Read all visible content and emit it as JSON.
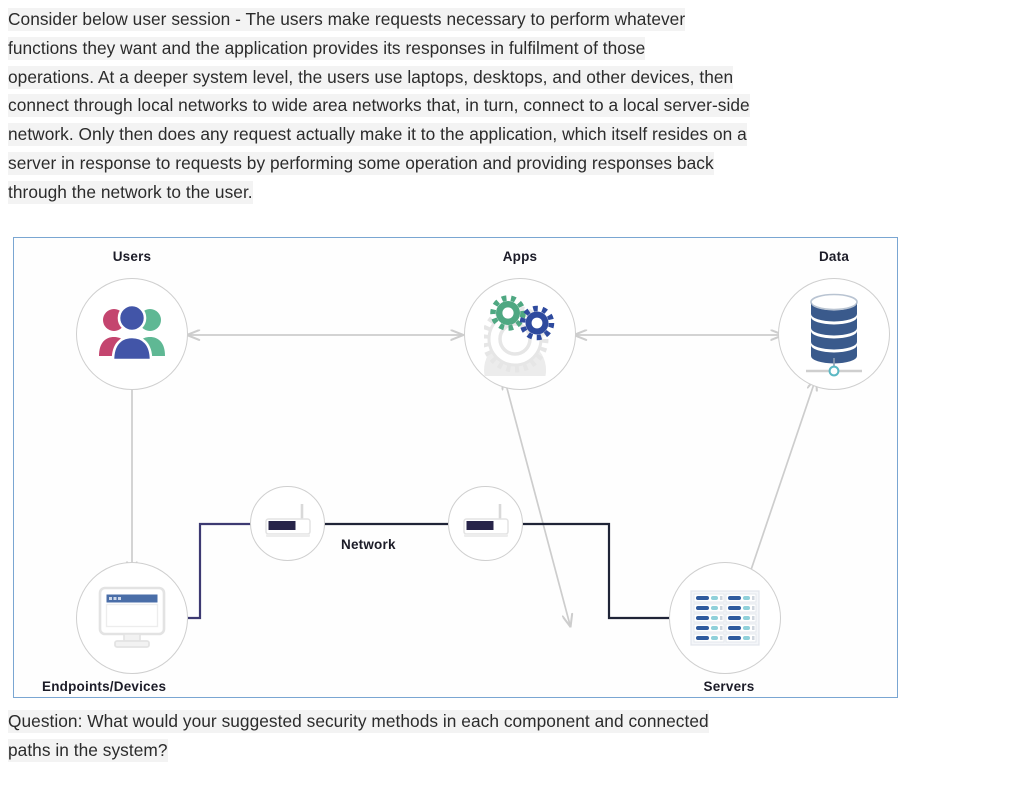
{
  "intro_paragraph": {
    "lines": [
      "Consider below user session - The users make requests necessary to perform whatever",
      "functions they want and the application provides its responses in fulfilment of those",
      "operations. At a deeper system level, the users use laptops, desktops, and other devices, then",
      "connect through local networks to wide area networks that, in turn, connect to a local server-side",
      "network. Only then does any request actually make it to the application, which itself resides on a",
      "server in response to requests by performing some operation and providing responses back",
      "through the network to the user."
    ]
  },
  "question_paragraph": {
    "lines": [
      "Question: What would your suggested security methods in each component and connected",
      "paths in the system?"
    ]
  },
  "diagram": {
    "nodes": {
      "users": {
        "label": "Users",
        "icon": "users-group-icon"
      },
      "apps": {
        "label": "Apps",
        "icon": "gears-icon"
      },
      "data": {
        "label": "Data",
        "icon": "database-icon"
      },
      "endpoints": {
        "label": "Endpoints/Devices",
        "icon": "desktop-monitor-icon"
      },
      "servers": {
        "label": "Servers",
        "icon": "server-rack-icon"
      },
      "network": {
        "label": "Network",
        "icon": "router-icon"
      }
    },
    "edges": [
      {
        "from": "users",
        "to": "apps",
        "style": "double-arrow"
      },
      {
        "from": "apps",
        "to": "data",
        "style": "double-arrow"
      },
      {
        "from": "users",
        "to": "endpoints",
        "style": "double-arrow"
      },
      {
        "from": "apps",
        "to": "servers",
        "style": "double-arrow"
      },
      {
        "from": "data",
        "to": "servers",
        "style": "double-arrow"
      },
      {
        "from": "endpoints",
        "to": "router-left",
        "style": "solid-line"
      },
      {
        "from": "router-left",
        "to": "router-right",
        "style": "solid-line"
      },
      {
        "from": "router-right",
        "to": "servers",
        "style": "solid-line"
      }
    ],
    "colors": {
      "frame_border": "#7aa6d2",
      "circle_stroke": "#cfcfcf",
      "arrow": "#cdcdcd",
      "wire_left": "#3d3a72",
      "wire_right": "#1f2437",
      "user_pink": "#c4456f",
      "user_blue": "#4255a8",
      "user_green": "#5fb894",
      "gear_green": "#4fa882",
      "gear_blue": "#2e4a9e",
      "gear_gray": "#efefef",
      "db_blue": "#3a5a8c",
      "db_accent": "#5bb8c4",
      "server_blue": "#2f5b9e",
      "server_teal": "#8fd0da",
      "monitor_bar": "#4a6ea8",
      "text": "#1c1c28",
      "highlight": "#f3f3f3"
    }
  }
}
